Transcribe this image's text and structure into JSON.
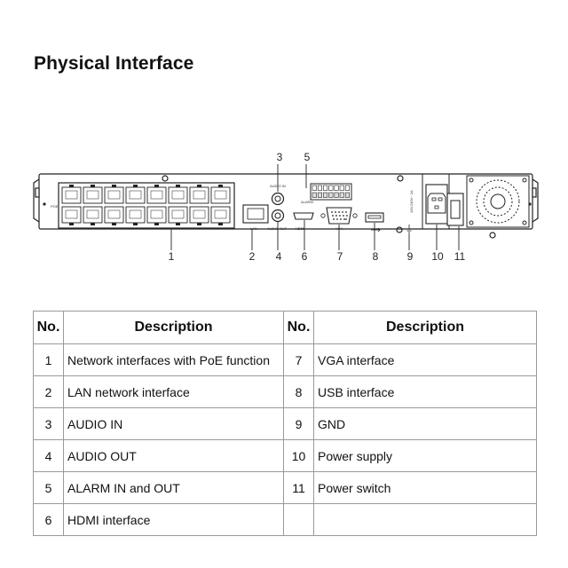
{
  "title": "Physical Interface",
  "callouts": {
    "c1": "1",
    "c2": "2",
    "c3": "3",
    "c4": "4",
    "c5": "5",
    "c6": "6",
    "c7": "7",
    "c8": "8",
    "c9": "9",
    "c10": "10",
    "c11": "11"
  },
  "port_labels": {
    "poe": "POE",
    "lan": "LAN",
    "audio_in": "AUDIO IN",
    "audio_out": "AUDIO OUT",
    "alarm": "ALARM",
    "hdmi": "HDMI",
    "vga": "VGA",
    "power": "100-240V~ 2A"
  },
  "table": {
    "headers": {
      "no_left": "No.",
      "desc_left": "Description",
      "no_right": "No.",
      "desc_right": "Description"
    },
    "rows": [
      {
        "no_l": "1",
        "desc_l": "Network interfaces with PoE function",
        "no_r": "7",
        "desc_r": "VGA interface"
      },
      {
        "no_l": "2",
        "desc_l": "LAN network interface",
        "no_r": "8",
        "desc_r": "USB interface"
      },
      {
        "no_l": "3",
        "desc_l": "AUDIO IN",
        "no_r": "9",
        "desc_r": "GND"
      },
      {
        "no_l": "4",
        "desc_l": "AUDIO OUT",
        "no_r": "10",
        "desc_r": "Power supply"
      },
      {
        "no_l": "5",
        "desc_l": "ALARM IN and OUT",
        "no_r": "11",
        "desc_r": "Power switch"
      },
      {
        "no_l": "6",
        "desc_l": "HDMI interface",
        "no_r": "",
        "desc_r": ""
      }
    ]
  }
}
